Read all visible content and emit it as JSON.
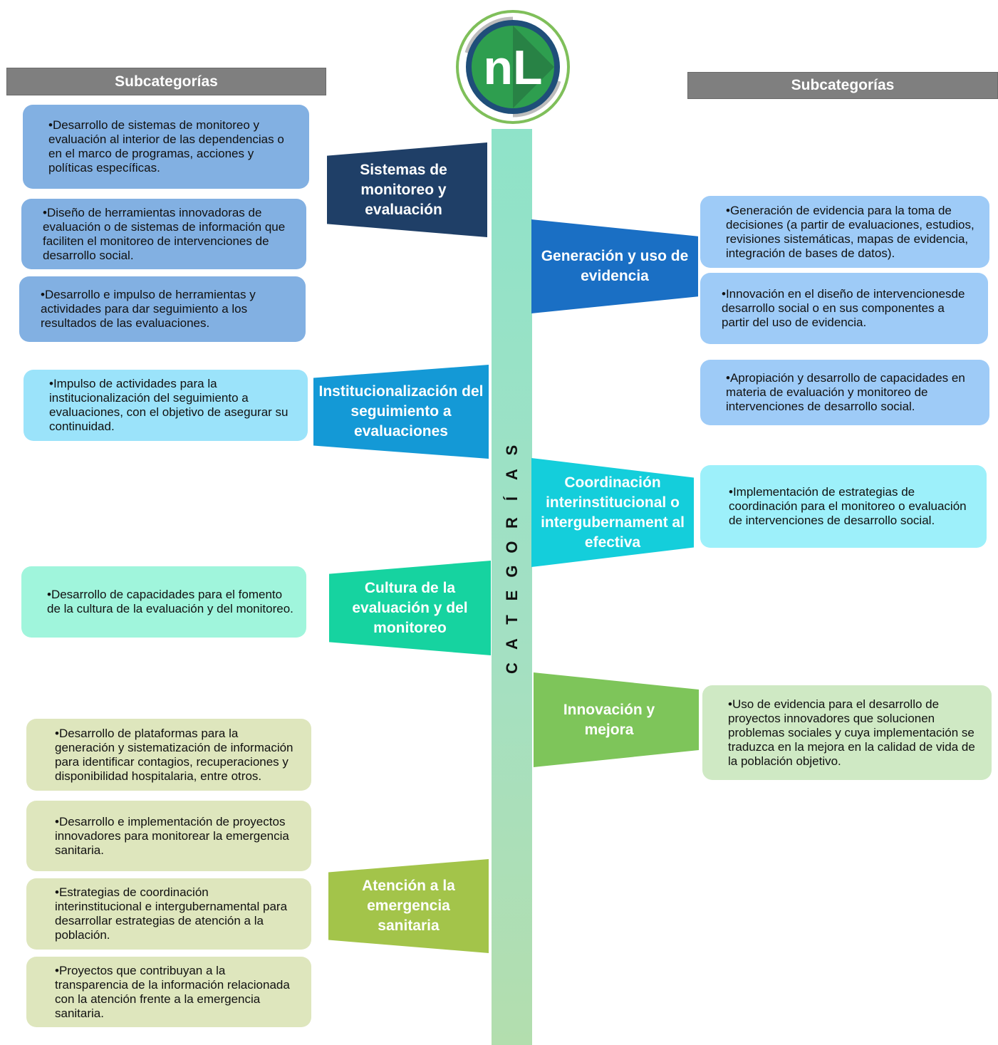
{
  "header": {
    "left": "Subcategorías",
    "right": "Subcategorías"
  },
  "logo": {
    "letters": "nL"
  },
  "spine": {
    "letters": [
      "S",
      "A",
      "Í",
      "R",
      "O",
      "G",
      "E",
      "T",
      "A",
      "C"
    ]
  },
  "categories": {
    "sistemas": "Sistemas de monitoreo y evaluación",
    "generacion": "Generación y uso de evidencia",
    "institucionalizacion": "Institucionalización del seguimiento a evaluaciones",
    "coordinacion": "Coordinación interinstitucional o intergubernament al efectiva",
    "cultura": "Cultura de la evaluación y del monitoreo",
    "innovacion": "Innovación y mejora",
    "atencion": "Atención a la emergencia sanitaria"
  },
  "subcategories": {
    "left": [
      "•Desarrollo de sistemas de monitoreo y evaluación al interior de las dependencias o en el marco de programas, acciones y políticas específicas.",
      "•Diseño de herramientas innovadoras de evaluación o de sistemas de información que faciliten el monitoreo de intervenciones de desarrollo social.",
      "•Desarrollo e impulso de herramientas y actividades para dar seguimiento a los resultados de las evaluaciones.",
      "•Impulso de actividades para la institucionalización del seguimiento a evaluaciones, con el objetivo de asegurar su continuidad.",
      "•Desarrollo de capacidades para el fomento de la cultura de la evaluación y del monitoreo.",
      "•Desarrollo de plataformas para la generación y sistematización de información para identificar contagios, recuperaciones y disponibilidad hospitalaria, entre otros.",
      "•Desarrollo e implementación de proyectos innovadores para monitorear la emergencia sanitaria.",
      "•Estrategias de coordinación interinstitucional e intergubernamental para desarrollar estrategias de atención a la población.",
      "•Proyectos que contribuyan a la transparencia de la información relacionada con la atención frente a la emergencia sanitaria."
    ],
    "right": [
      "•Generación de evidencia para la toma de decisiones (a partir de evaluaciones, estudios, revisiones sistemáticas, mapas de evidencia, integración de bases de datos).",
      "•Innovación en el diseño de intervencionesde desarrollo social o en sus componentes a partir del uso de evidencia.",
      "•Apropiación y desarrollo de capacidades en materia de evaluación y monitoreo de intervenciones de desarrollo social.",
      "•Implementación de estrategias de coordinación para el monitoreo o evaluación de intervenciones de desarrollo social.",
      "•Uso de evidencia para el desarrollo de proyectos innovadores que solucionen problemas sociales y cuya implementación se traduzca en la mejora en la calidad de vida de la población objetivo."
    ]
  },
  "colors": {
    "sistemas": "#1f3f67",
    "generacion": "#1a6fc4",
    "institucionalizacion": "#1499d6",
    "coordinacion": "#14cedb",
    "cultura": "#16d3a0",
    "innovacion": "#7ec55a",
    "atencion": "#a3c44a"
  }
}
